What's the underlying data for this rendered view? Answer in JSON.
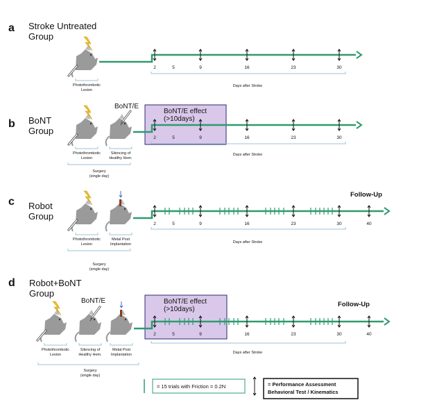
{
  "panels": [
    {
      "letter": "a",
      "title_lines": [
        "Stroke Untreated",
        "Group"
      ],
      "procedures": [
        {
          "lines": [
            "Photothrombotic",
            "Lesion"
          ]
        }
      ],
      "surgery_lines": [],
      "bont_label": "",
      "effect_lines": [],
      "follow_up": "",
      "days": [
        "2",
        "5",
        "9",
        "16",
        "23",
        "30"
      ],
      "days_caption": "Days after Stroke"
    },
    {
      "letter": "b",
      "title_lines": [
        "BoNT",
        "Group"
      ],
      "procedures": [
        {
          "lines": [
            "Photothrombotic",
            "Lesion"
          ]
        },
        {
          "lines": [
            "Silencing of",
            "Healthy Hem."
          ]
        }
      ],
      "surgery_lines": [
        "Surgery",
        "(single day)"
      ],
      "bont_label": "BoNT/E",
      "effect_lines": [
        "BoNT/E effect",
        "(>10days)"
      ],
      "follow_up": "",
      "days": [
        "2",
        "5",
        "9",
        "16",
        "23",
        "30"
      ],
      "days_caption": "Days after Stroke"
    },
    {
      "letter": "c",
      "title_lines": [
        "Robot",
        "Group"
      ],
      "procedures": [
        {
          "lines": [
            "Photothrombotic",
            "Lesion"
          ]
        },
        {
          "lines": [
            "Metal Post",
            "Implantation"
          ]
        }
      ],
      "surgery_lines": [
        "Surgery",
        "(single day)"
      ],
      "bont_label": "",
      "effect_lines": [],
      "follow_up": "Follow-Up",
      "days": [
        "2",
        "5",
        "9",
        "16",
        "23",
        "30",
        "40"
      ],
      "days_caption": "Days after Stroke"
    },
    {
      "letter": "d",
      "title_lines": [
        "Robot+BoNT",
        "Group"
      ],
      "procedures": [
        {
          "lines": [
            "Photothrombotic",
            "Lesion"
          ]
        },
        {
          "lines": [
            "Silencing of",
            "Healthy Hem."
          ]
        },
        {
          "lines": [
            "Metal Post",
            "Implantation"
          ]
        }
      ],
      "surgery_lines": [
        "Surgery",
        "(single day)"
      ],
      "bont_label": "BoNT/E",
      "effect_lines": [
        "BoNT/E effect",
        "(>10days)"
      ],
      "follow_up": "Follow-Up",
      "days": [
        "2",
        "5",
        "9",
        "16",
        "23",
        "30",
        "40"
      ],
      "days_caption": "Days after Stroke"
    }
  ],
  "legend": {
    "trials": "= 15 trials with Friction = 0.2N",
    "assessment_lines": [
      "= Performance Assessment",
      "Behavioral Test  / Kinematics"
    ]
  },
  "colors": {
    "timeline": "#2e9b6e",
    "effect_fill": "#d9c8ea",
    "effect_border": "#2a2a6e",
    "bracket": "#9bc3d9",
    "lightning": "#f2c12e",
    "mouse": "#9a9a9a",
    "post": "#8b3a1a",
    "post_arrow": "#3b6fc7"
  }
}
